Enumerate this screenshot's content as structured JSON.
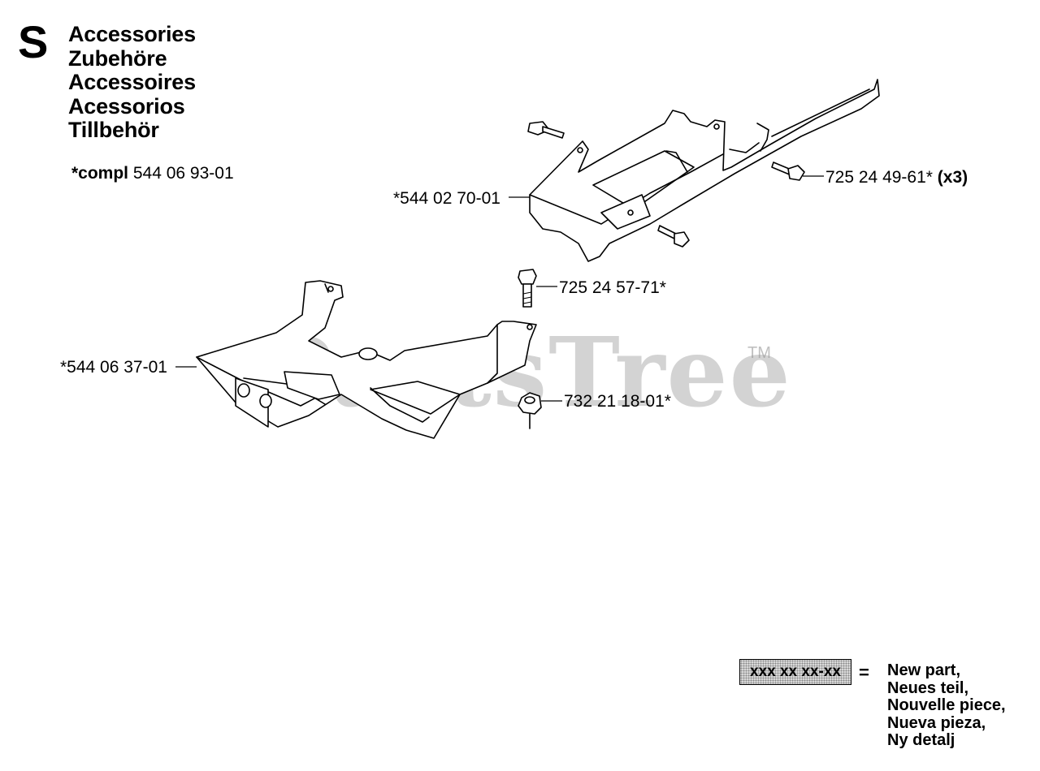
{
  "header": {
    "section_letter": "S",
    "titles": [
      "Accessories",
      "Zubehöre",
      "Accessoires",
      "Acessorios",
      "Tillbehör"
    ]
  },
  "compl": {
    "label": "*compl",
    "part": "544 06 93-01"
  },
  "callouts": {
    "guard_upper": "*544 02 70-01",
    "bolt_upper": "725 24 49-61*",
    "bolt_upper_qty": "(x3)",
    "bolt_lower": "725 24 57-71*",
    "plate_lower": "*544 06 37-01",
    "nut_lower": "732 21 18-01*"
  },
  "watermark": {
    "text": "PartsTree",
    "tm": "TM"
  },
  "legend": {
    "sample": "xxx xx xx-xx",
    "equals": "=",
    "lines": [
      "New part,",
      "Neues teil,",
      "Nouvelle piece,",
      "Nueva pieza,",
      "Ny detalj"
    ]
  }
}
